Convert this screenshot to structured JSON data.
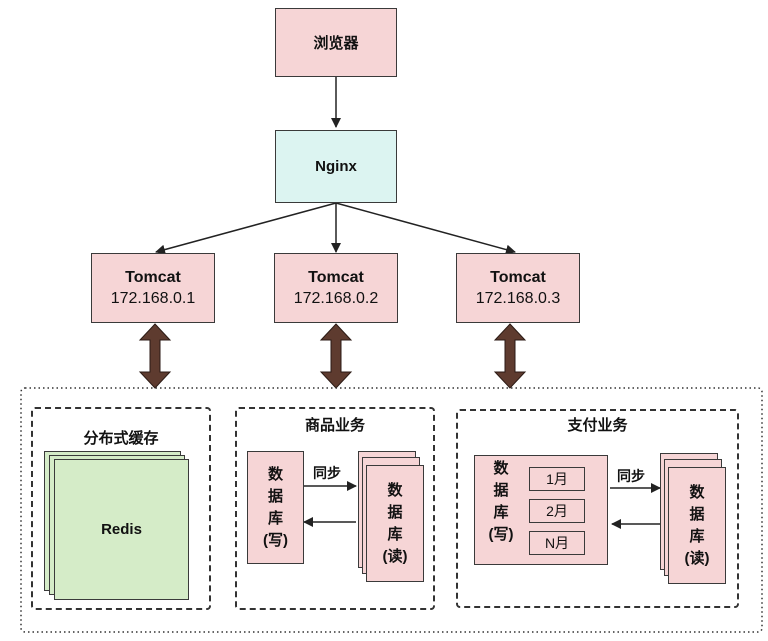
{
  "browser": "浏览器",
  "nginx": "Nginx",
  "tomcats": [
    {
      "name": "Tomcat",
      "ip": "172.168.0.1"
    },
    {
      "name": "Tomcat",
      "ip": "172.168.0.2"
    },
    {
      "name": "Tomcat",
      "ip": "172.168.0.3"
    }
  ],
  "cache": {
    "title": "分布式缓存",
    "node": "Redis"
  },
  "product": {
    "title": "商品业务",
    "write_db": [
      "数",
      "据",
      "库",
      "(写)"
    ],
    "read_db": [
      "数",
      "据",
      "库",
      "(读)"
    ],
    "sync": "同步"
  },
  "payment": {
    "title": "支付业务",
    "write_db": [
      "数",
      "据",
      "库",
      "(写)"
    ],
    "months": [
      "1月",
      "2月",
      "N月"
    ],
    "read_db": [
      "数",
      "据",
      "库",
      "(读)"
    ],
    "sync": "同步"
  },
  "colors": {
    "pink": "#f6d5d6",
    "cyan": "#dcf4f1",
    "green": "#d5ecc8",
    "bidirectional_arrow": "#5e3b2f"
  }
}
